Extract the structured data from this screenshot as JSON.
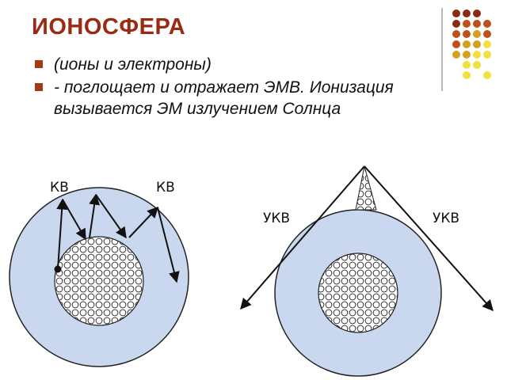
{
  "title": "ИОНОСФЕРА",
  "bullets": [
    "(ионы и электроны)",
    "- поглощает и отражает ЭМВ. Ионизация вызывается ЭМ излучением Солнца"
  ],
  "left_diagram": {
    "label_left": "КВ",
    "label_right": "КВ"
  },
  "right_diagram": {
    "label_left": "УКВ",
    "label_right": "УКВ"
  },
  "colors": {
    "title": "#9a2a12",
    "ionosphere_fill": "#c9d8ee",
    "bullet": "#a23a16",
    "dots": [
      "#8a2a10",
      "#c0501a",
      "#d4a020",
      "#f0e040"
    ]
  }
}
